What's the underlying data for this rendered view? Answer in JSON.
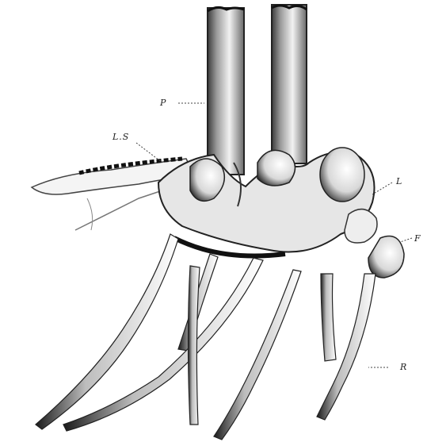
{
  "figure": {
    "labels": {
      "p": "P",
      "ls": "L.S",
      "l": "L",
      "f": "F",
      "r": "R"
    }
  }
}
